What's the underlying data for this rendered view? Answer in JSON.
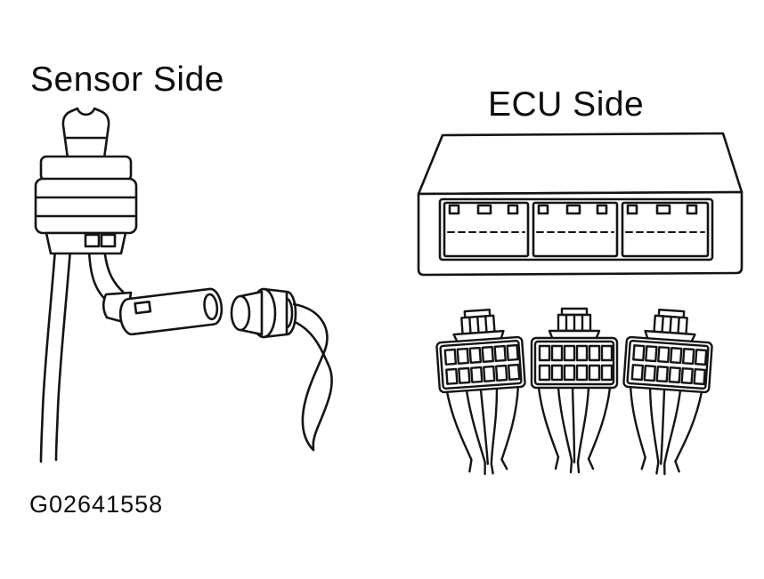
{
  "figure": {
    "labels": {
      "sensor_side": "Sensor Side",
      "ecu_side": "ECU Side"
    },
    "figure_id": "G02641558",
    "colors": {
      "line": "#141414",
      "background": "#ffffff"
    },
    "drawings": {
      "left": "sensor-connector-with-wires-and-round-plug",
      "right": "ecu-box-with-three-harness-connectors"
    }
  }
}
